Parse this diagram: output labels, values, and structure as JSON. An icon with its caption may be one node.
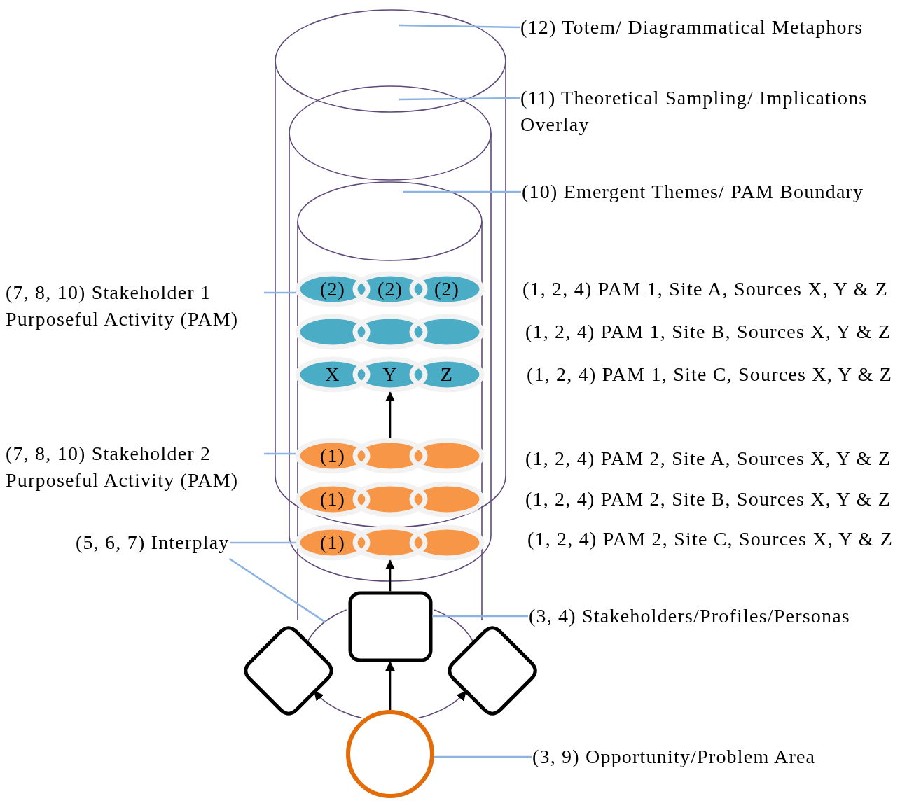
{
  "diagram": {
    "nodes": [
      {
        "text": [
          "(12) Totem/ Diagrammatical Metaphors"
        ]
      },
      {
        "text": [
          "(11) Theoretical Sampling/ Implications Overlay"
        ]
      },
      {
        "text": [
          "(10) Emergent Themes/ PAM Boundary"
        ]
      },
      {
        "text": [
          "(7, 8, 10) Stakeholder 1 Purposeful Activity (PAM)"
        ]
      },
      {
        "text": [
          "(7, 8, 10) Stakeholder 2 Purposeful Activity (PAM)"
        ]
      },
      {
        "text": [
          "(5, 6, 7) Interplay"
        ]
      },
      {
        "text": [
          "(3, 4) Stakeholders/Profiles/Personas"
        ]
      },
      {
        "text": [
          "(3, 9) Opportunity/Problem Area"
        ]
      },
      {
        "text": [],
        "shape": "ellipse"
      },
      {
        "text": [],
        "shape": "ellipse"
      },
      {
        "text": [],
        "shape": "ellipse"
      },
      {
        "text": [
          "(2)",
          "(2)",
          "(2)"
        ]
      },
      {
        "text": [],
        "shape": "ellipse"
      },
      {
        "text": [
          "X",
          "Y",
          "Z"
        ]
      },
      {
        "text": [
          "(1)"
        ]
      },
      {
        "text": [
          "(1)"
        ]
      },
      {
        "text": [
          "(1)"
        ]
      },
      {
        "text": [],
        "shape": "box"
      },
      {
        "text": [],
        "shape": "diamond"
      },
      {
        "text": [],
        "shape": "diamond"
      },
      {
        "text": [],
        "shape": "circle"
      }
    ],
    "edges": [
      {
        "from": 0,
        "to": 8,
        "arrow": "none"
      },
      {
        "from": 1,
        "to": 9,
        "arrow": "none"
      },
      {
        "from": 2,
        "to": 10,
        "arrow": "none"
      },
      {
        "from": 3,
        "to": 11,
        "arrow": "none"
      },
      {
        "from": 4,
        "to": 14,
        "arrow": "none"
      },
      {
        "from": 5,
        "to": 16,
        "arrow": "none"
      },
      {
        "from": 5,
        "to": null,
        "arrow": "none"
      },
      {
        "from": 6,
        "to": 17,
        "arrow": "none"
      },
      {
        "from": 7,
        "to": 20,
        "arrow": "none"
      },
      {
        "from": 14,
        "to": 13,
        "arrow": "to",
        "color": "#000000"
      },
      {
        "from": 17,
        "to": 16,
        "arrow": "to",
        "color": "#000000"
      },
      {
        "from": 20,
        "to": 17,
        "arrow": "to",
        "color": "#000000"
      },
      {
        "from": 20,
        "to": 18,
        "arrow": "to",
        "color": "#5f497a"
      },
      {
        "from": 20,
        "to": 19,
        "arrow": "to",
        "color": "#5f497a"
      }
    ],
    "labels": [
      "(1, 2, 4) PAM 1, Site A, Sources X, Y & Z",
      "(1, 2, 4) PAM 1, Site B, Sources X, Y & Z",
      "(1, 2, 4) PAM 1, Site C, Sources X, Y & Z",
      "(1, 2, 4) PAM 2, Site A, Sources X, Y & Z",
      "(1, 2, 4) PAM 2, Site B, Sources X, Y & Z",
      "(1, 2, 4) PAM 2, Site C, Sources X, Y & Z"
    ]
  }
}
